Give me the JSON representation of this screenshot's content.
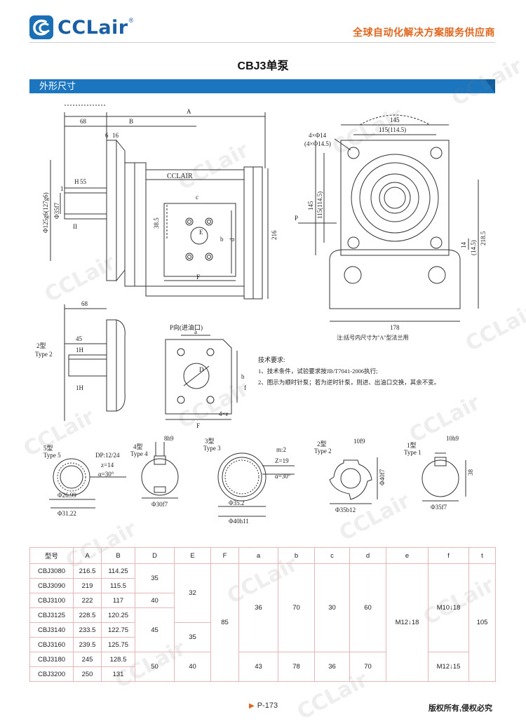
{
  "brand": {
    "name": "CCLair",
    "reg_mark": "®",
    "slogan": "全球自动化解决方案服务供应商"
  },
  "page": {
    "title": "CBJ3单泵",
    "section": "外形尺寸",
    "page_number": "P-173",
    "copyright": "版权所有,侵权必究"
  },
  "watermark_text": "CCLair",
  "drawing": {
    "dims_top": [
      "A",
      "B",
      "68",
      "6",
      "16"
    ],
    "left_dims": [
      "Φ125g6(127g6)",
      "Φ35f7",
      "H",
      "55",
      "1",
      "II",
      "38.5",
      "216",
      "E",
      "b",
      "d",
      "c",
      "F"
    ],
    "pump_label": "CCLAIR",
    "side_view": {
      "dims": [
        "4×Φ14",
        "(4×Φ14.5)",
        "145",
        "115(114.5)",
        "145",
        "115(114.5)",
        "218.5",
        "14",
        "(14.5)",
        "178"
      ],
      "arrow_label": "P",
      "note": "注:括号内尺寸为\"A\"型法兰用"
    },
    "port_view": {
      "title": "P向(进油口)",
      "dims": [
        "a",
        "b",
        "D",
        "F",
        "4×e",
        "f"
      ]
    },
    "type2_view": {
      "label": "2型",
      "label_en": "Type 2",
      "dims": [
        "68",
        "45",
        "1H",
        "1H"
      ]
    },
    "tech": {
      "title": "技术要求:",
      "items": [
        "1、技术条件，试验要求按JB/T7041-2006执行;",
        "2、图示为顺时针泵；若为逆时针泵，则进、出油口交换，其余不变。"
      ]
    },
    "shafts": [
      {
        "type": "5型",
        "type_en": "Type 5",
        "dims": [
          "DP:12/24",
          "z=14",
          "α=30°",
          "Φ26.99",
          "Φ31.22"
        ]
      },
      {
        "type": "4型",
        "type_en": "Type 4",
        "dims": [
          "8h9",
          "Φ30f7"
        ]
      },
      {
        "type": "3型",
        "type_en": "Type 3",
        "dims": [
          "m:2",
          "Z=19",
          "α=30°",
          "Φ35.2",
          "Φ40h11"
        ]
      },
      {
        "type": "2型",
        "type_en": "Type 2",
        "dims": [
          "10f9",
          "Φ40f7",
          "Φ35b12"
        ]
      },
      {
        "type": "1型",
        "type_en": "Type 1",
        "dims": [
          "10h9",
          "38",
          "Φ35f7"
        ]
      }
    ]
  },
  "table": {
    "headers": [
      "型号",
      "A",
      "B",
      "D",
      "E",
      "F",
      "a",
      "b",
      "c",
      "d",
      "e",
      "f",
      "t"
    ],
    "models": [
      "CBJ3080",
      "CBJ3090",
      "CBJ3100",
      "CBJ3125",
      "CBJ3140",
      "CBJ3160",
      "CBJ3180",
      "CBJ3200"
    ],
    "A": [
      "216.5",
      "219",
      "222",
      "228.5",
      "233.5",
      "239.5",
      "245",
      "250"
    ],
    "B": [
      "114.25",
      "115.5",
      "117",
      "120.25",
      "122.75",
      "125.75",
      "128.5",
      "131"
    ],
    "D": [
      "35",
      "40",
      "45",
      "50"
    ],
    "E": [
      "32",
      "35",
      "40"
    ],
    "F": "85",
    "a": [
      "36",
      "43"
    ],
    "b": [
      "70",
      "78"
    ],
    "c": [
      "30",
      "36"
    ],
    "d": [
      "60",
      "70"
    ],
    "e": "M12↓18",
    "f": [
      "M10↓18",
      "M12↓15"
    ],
    "t": "105"
  },
  "colors": {
    "brand_blue": "#1a6fb5",
    "section_bar": "#1b76bf",
    "accent_orange": "#e0661e",
    "table_border": "#e4b8b8"
  }
}
